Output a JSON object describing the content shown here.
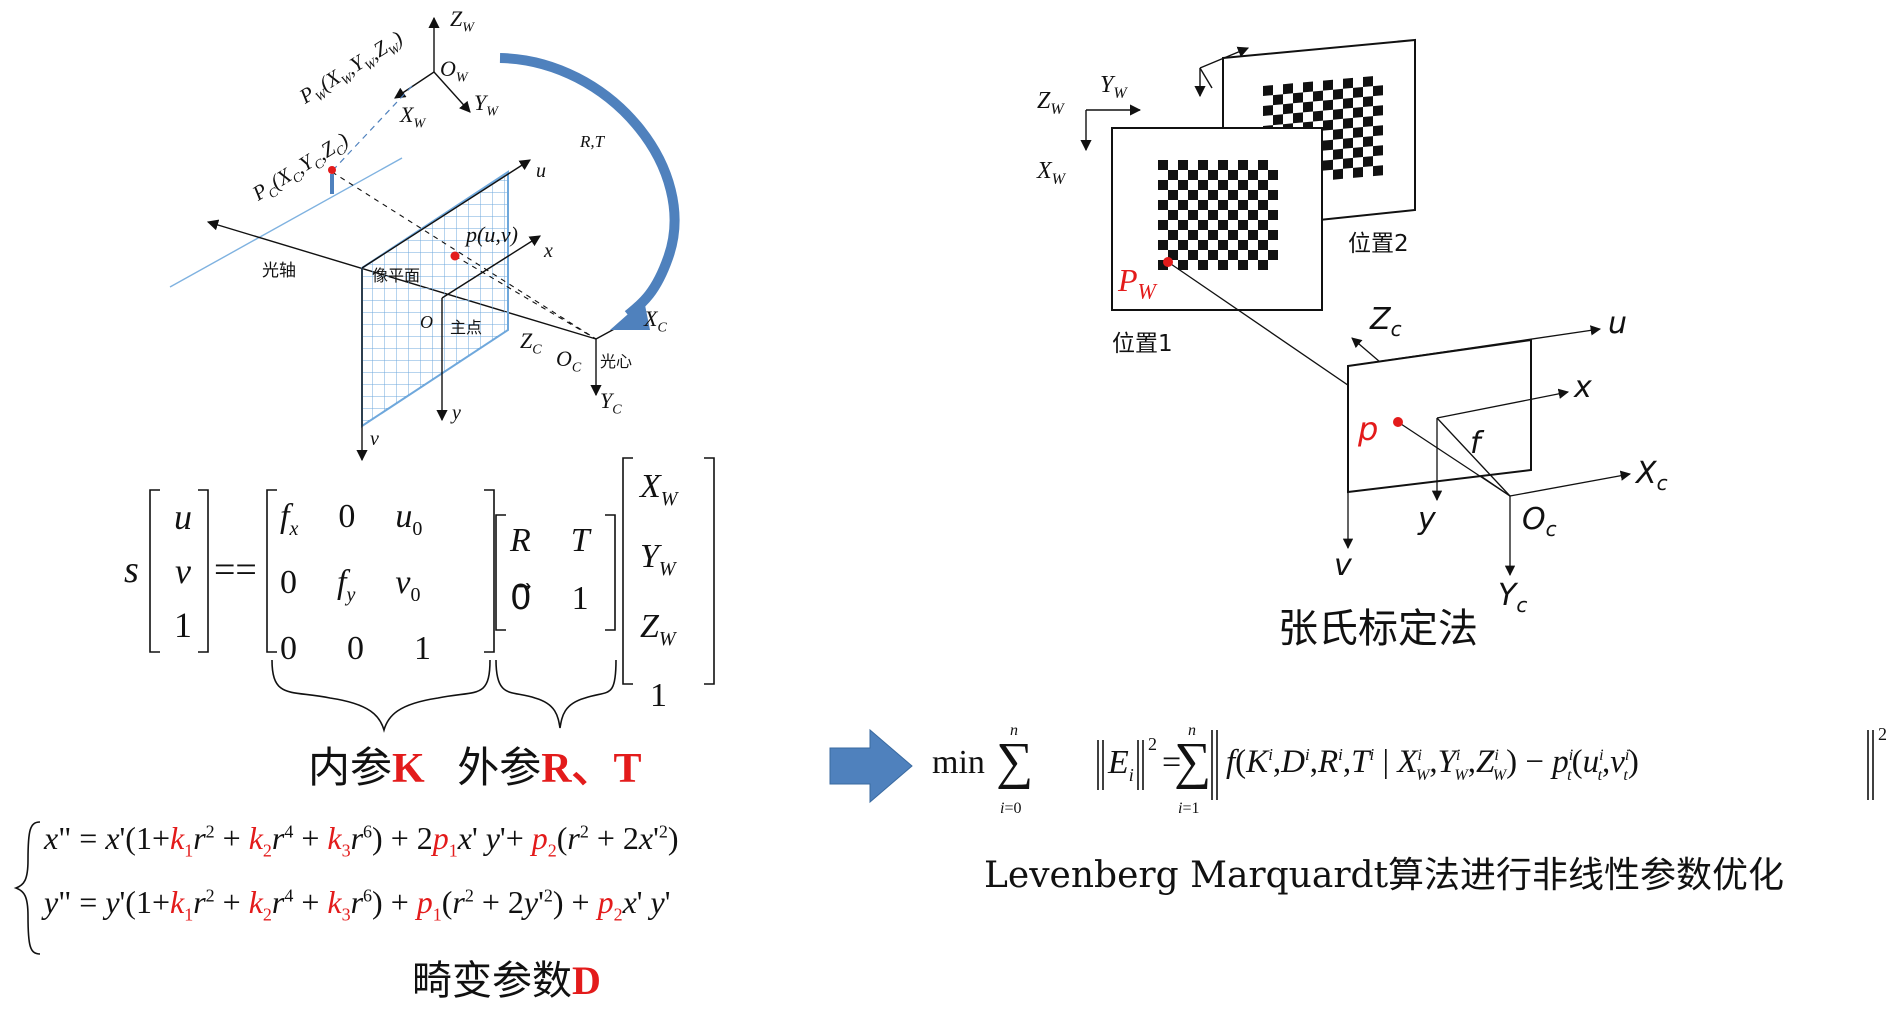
{
  "colors": {
    "accent_red": "#e31b1b",
    "arrow_blue": "#4f81bd",
    "grid_blue": "#6fa8dc",
    "optical_axis": "#7fb2e0",
    "black": "#111111"
  },
  "left_diagram": {
    "zw": "Z",
    "zw_sub": "W",
    "ow": "O",
    "ow_sub": "W",
    "yw": "Y",
    "yw_sub": "W",
    "xw": "X",
    "xw_sub": "W",
    "pw_point": "P",
    "pw_sub": "W",
    "pw_args": "(X",
    "pw_args2": ",Y",
    "pw_args3": ",Z",
    "pw_close": ")",
    "pc_point": "P",
    "pc_sub": "C",
    "pc_args": "(X",
    "pc_args2": ",Y",
    "pc_args3": ",Z",
    "pc_close": ")",
    "rt": "R,T",
    "u": "u",
    "x": "x",
    "puv": "p(u,v)",
    "optical_axis": "光轴",
    "image_plane": "像平面",
    "o": "O",
    "principal_point": "主点",
    "zc": "Z",
    "zc_sub": "C",
    "oc": "O",
    "oc_sub": "C",
    "optical_center": "光心",
    "xc": "X",
    "xc_sub": "C",
    "yc": "Y",
    "yc_sub": "C",
    "y": "y",
    "v": "v"
  },
  "right_diagram": {
    "zw": "Z",
    "zw_sub": "W",
    "yw": "Y",
    "yw_sub": "W",
    "xw": "X",
    "xw_sub": "W",
    "pos1": "位置1",
    "pos2": "位置2",
    "pw": "P",
    "pw_sub": "W",
    "zc": "Z",
    "zc_sub": "c",
    "u": "u",
    "x": "x",
    "p": "p",
    "f": "f",
    "xc": "X",
    "xc_sub": "c",
    "y": "y",
    "oc": "O",
    "oc_sub": "c",
    "v": "v",
    "yc": "Y",
    "yc_sub": "c",
    "title": "张氏标定法"
  },
  "equations": {
    "projection": "s[u v 1] == [fx 0 u0; 0 fy v0; 0 0 1][R T; 0 1][XW YW ZW 1]",
    "intrinsic_label": "内参",
    "intrinsic_letter": "K",
    "extrinsic_label": "外参",
    "extrinsic_letters": "R、T",
    "distortion_x": "x\" = x'(1+k1r²+k2r⁴+k3r⁶)+2p1x'y'+p2(r²+2x'²)",
    "distortion_y": "y\" = y'(1+k1r²+k2r⁴+k3r⁶)+p1(r²+2y'²)+p2x'y'",
    "distortion_label": "畸变参数",
    "distortion_letter": "D",
    "optimization": "min Σ‖Ei‖² = Σ‖f(Ki,Di,Ri,Ti | XWi,YWi,ZWi) − pti(uti,vti)‖²",
    "optimization_caption": "Levenberg Marquardt算法进行非线性参数优化"
  }
}
